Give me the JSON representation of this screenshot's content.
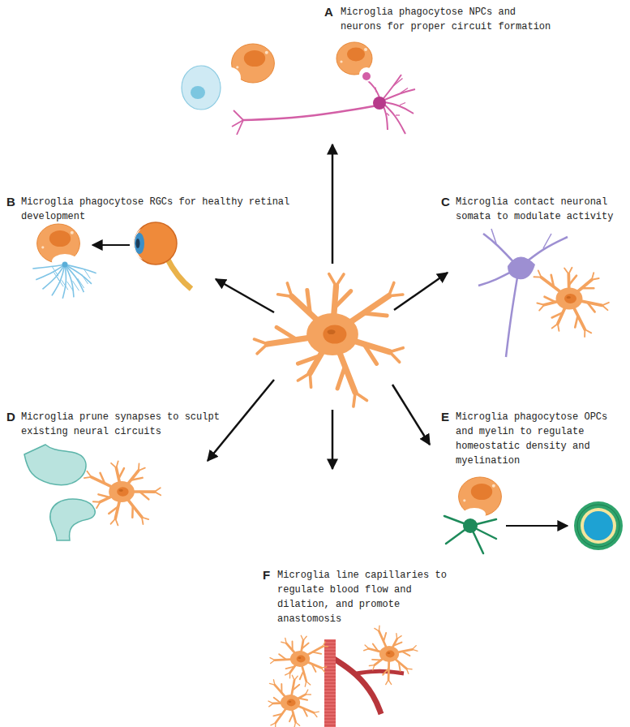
{
  "diagram": {
    "labels": [
      "A",
      "Microglia phagocytose NPCs and neurons for proper circuit formation",
      "B",
      "Microglia phagocytose RGCs for healthy retinal development",
      "C",
      "Microglia contact neuronal somata to modulate activity",
      "D",
      "Microglia prune synapses to sculpt existing neural circuits",
      "E",
      "Microglia phagocytose OPCs and myelin to regulate homeostatic density and myelination",
      "F",
      "Microglia line capillaries to regulate blood flow and dilation, and promote anastomosis"
    ]
  }
}
